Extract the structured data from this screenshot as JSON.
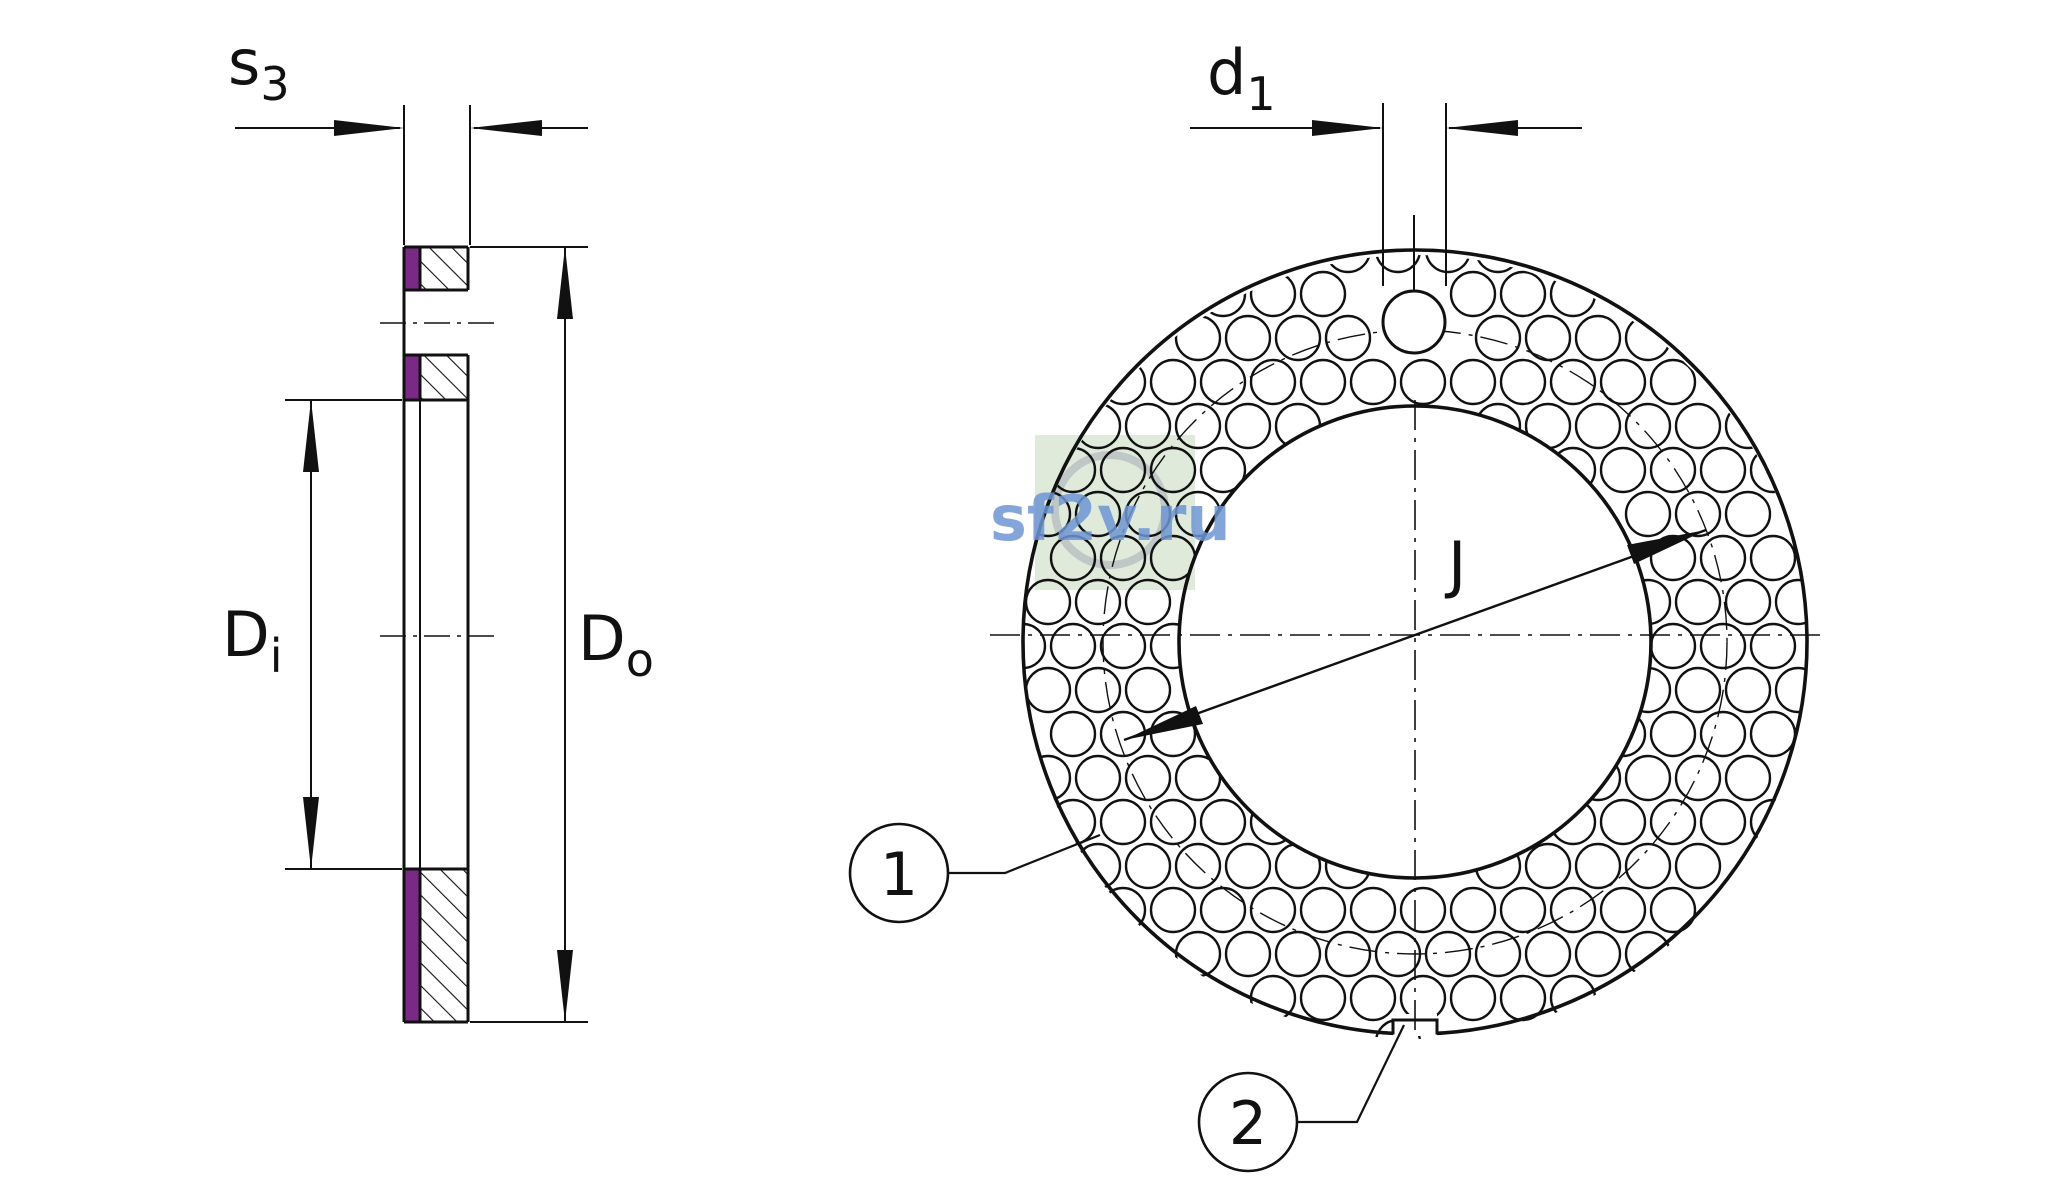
{
  "labels": {
    "s3": {
      "main": "s",
      "sub": "3"
    },
    "d1": {
      "main": "d",
      "sub": "1"
    },
    "di": {
      "main": "D",
      "sub": "i"
    },
    "do": {
      "main": "D",
      "sub": "o"
    },
    "j": "J"
  },
  "callouts": [
    {
      "id": "1",
      "text": "1"
    },
    {
      "id": "2",
      "text": "2"
    }
  ],
  "watermark": "sf2v.ru",
  "colors": {
    "line": "#111111",
    "sliding_layer": "#7a2a86",
    "watermark_text": "#6f95d2",
    "watermark_bg": "#dfeadb"
  }
}
